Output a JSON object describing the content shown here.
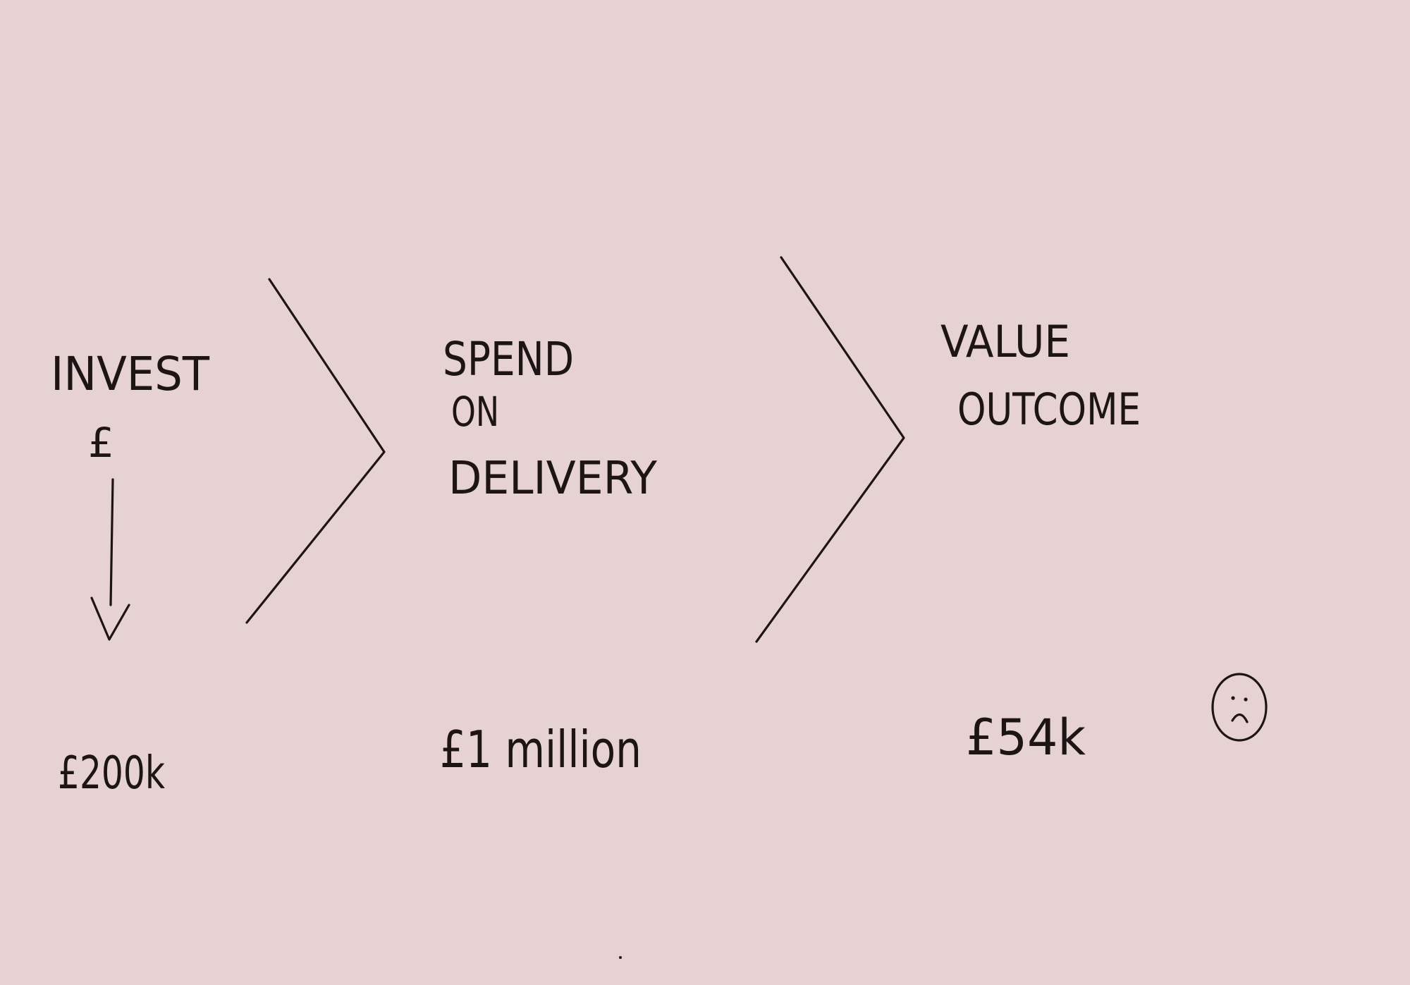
{
  "theme": {
    "background": "#e6d1d3",
    "ink": "#1d1414"
  },
  "stages": [
    {
      "label_lines": [
        "INVEST",
        "£"
      ],
      "amount": "£200k"
    },
    {
      "label_lines": [
        "SPEND",
        "ON",
        "DELIVERY"
      ],
      "amount": "£1 million"
    },
    {
      "label_lines": [
        "VALUE",
        "OUTCOME"
      ],
      "amount": "£54k"
    }
  ],
  "emoticon": "sad-face-icon"
}
